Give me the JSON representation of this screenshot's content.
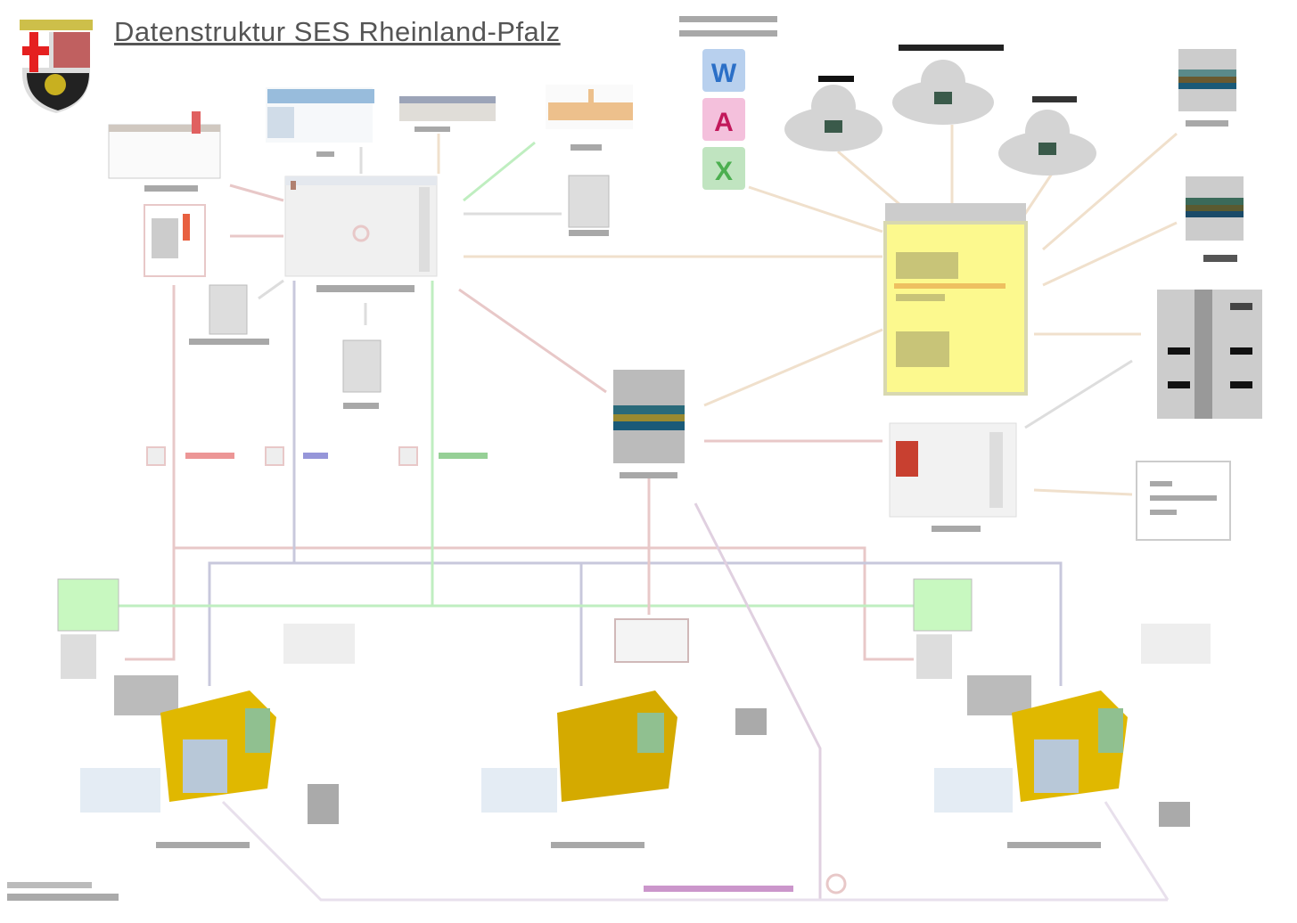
{
  "header": {
    "title": "Datenstruktur SES Rheinland-Pfalz"
  },
  "office_icons": [
    {
      "icon": "word-icon",
      "glyph": "W",
      "color": "#2b6fc7"
    },
    {
      "icon": "access-icon",
      "glyph": "A",
      "color": "#c2185b"
    },
    {
      "icon": "excel-icon",
      "glyph": "X",
      "color": "#4caf50"
    }
  ],
  "colors": {
    "link_red": "#e8c8c8",
    "link_blue": "#c8c8dc",
    "link_green": "#bfeec0",
    "link_beige": "#f0e0cc",
    "highlight_box": "#fcf98e",
    "folder": "#e0b800",
    "legend_text_red": "#e05050",
    "legend_text_blue": "#5050c0",
    "legend_text_green": "#50b050",
    "footer_link": "#a040a0"
  }
}
